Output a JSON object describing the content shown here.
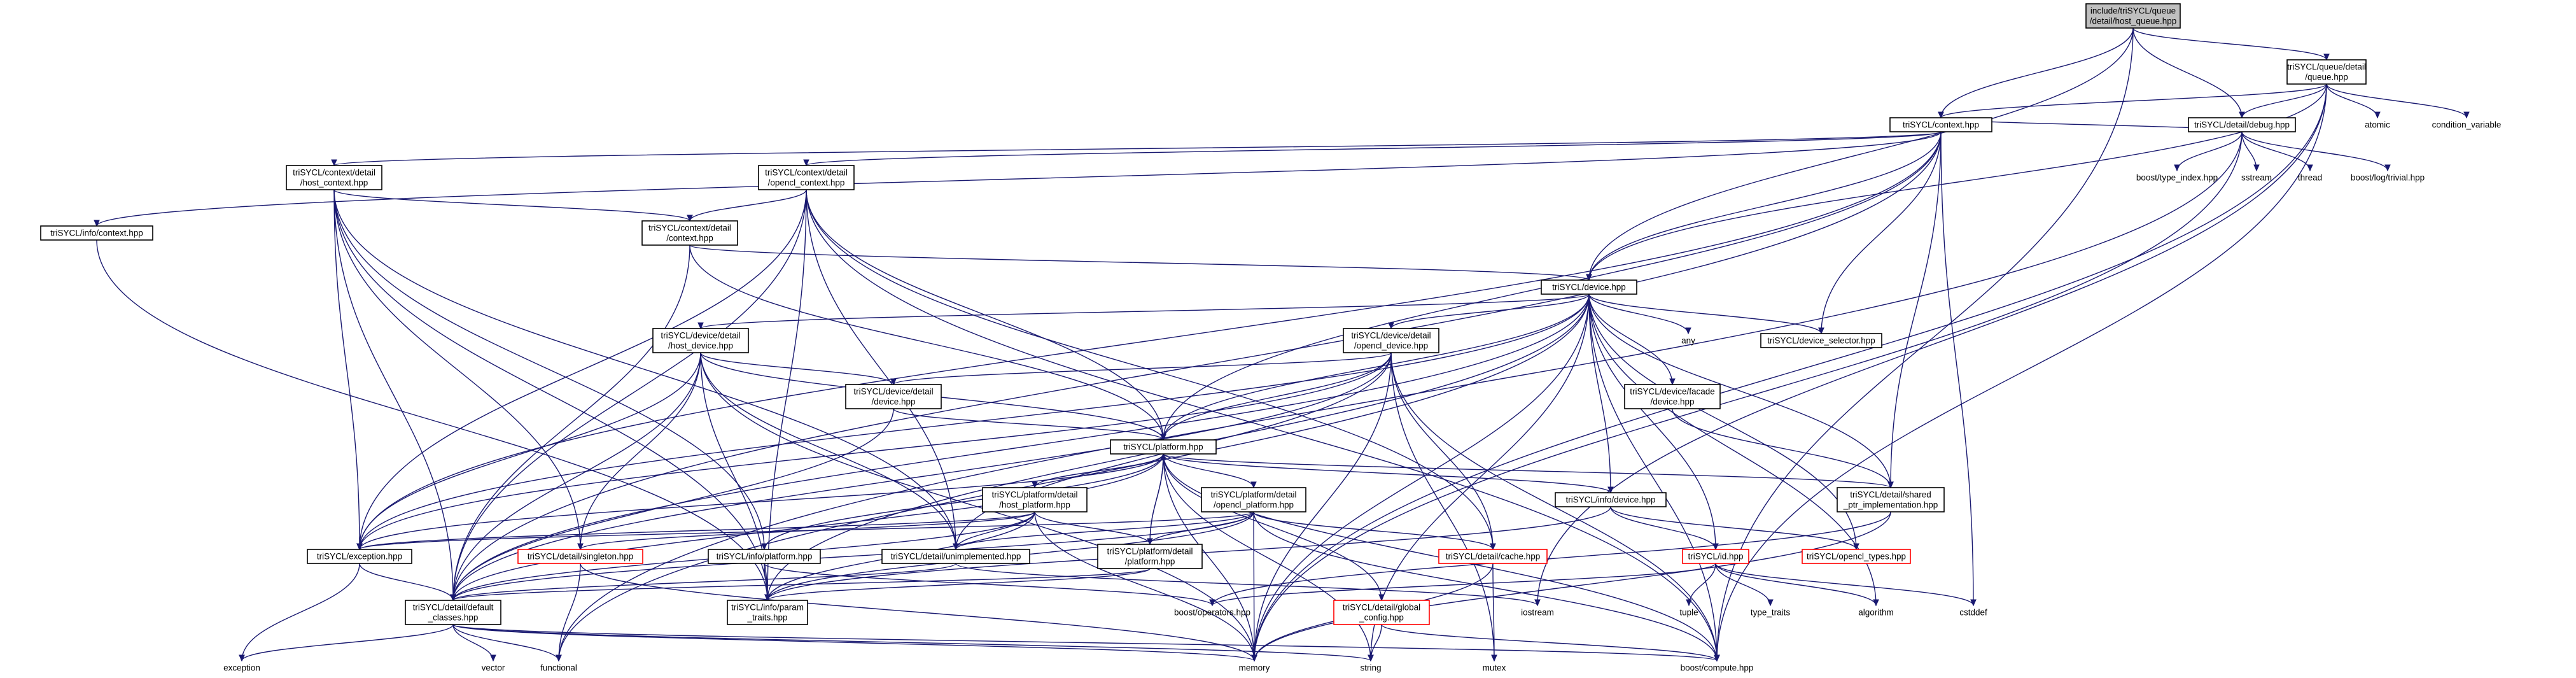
{
  "diagram": {
    "nodes": [
      {
        "id": "root",
        "lines": [
          "include/triSYCL/queue",
          "/detail/host_queue.hpp"
        ],
        "style": "root"
      },
      {
        "id": "queue_detail",
        "lines": [
          "triSYCL/queue/detail",
          "/queue.hpp"
        ],
        "style": "box"
      },
      {
        "id": "context",
        "lines": [
          "triSYCL/context.hpp"
        ],
        "style": "box"
      },
      {
        "id": "debug",
        "lines": [
          "triSYCL/detail/debug.hpp"
        ],
        "style": "box"
      },
      {
        "id": "atomic",
        "lines": [
          "atomic"
        ],
        "style": "plain"
      },
      {
        "id": "condition_variable",
        "lines": [
          "condition_variable"
        ],
        "style": "plain"
      },
      {
        "id": "host_context",
        "lines": [
          "triSYCL/context/detail",
          "/host_context.hpp"
        ],
        "style": "box"
      },
      {
        "id": "opencl_context",
        "lines": [
          "triSYCL/context/detail",
          "/opencl_context.hpp"
        ],
        "style": "box"
      },
      {
        "id": "info_context",
        "lines": [
          "triSYCL/info/context.hpp"
        ],
        "style": "box"
      },
      {
        "id": "boost_type_index",
        "lines": [
          "boost/type_index.hpp"
        ],
        "style": "plain"
      },
      {
        "id": "sstream",
        "lines": [
          "sstream"
        ],
        "style": "plain"
      },
      {
        "id": "thread",
        "lines": [
          "thread"
        ],
        "style": "plain"
      },
      {
        "id": "boost_log",
        "lines": [
          "boost/log/trivial.hpp"
        ],
        "style": "plain"
      },
      {
        "id": "context_detail",
        "lines": [
          "triSYCL/context/detail",
          "/context.hpp"
        ],
        "style": "box"
      },
      {
        "id": "device",
        "lines": [
          "triSYCL/device.hpp"
        ],
        "style": "box"
      },
      {
        "id": "host_device",
        "lines": [
          "triSYCL/device/detail",
          "/host_device.hpp"
        ],
        "style": "box"
      },
      {
        "id": "opencl_device",
        "lines": [
          "triSYCL/device/detail",
          "/opencl_device.hpp"
        ],
        "style": "box"
      },
      {
        "id": "any",
        "lines": [
          "any"
        ],
        "style": "plain"
      },
      {
        "id": "device_selector",
        "lines": [
          "triSYCL/device_selector.hpp"
        ],
        "style": "box"
      },
      {
        "id": "device_detail",
        "lines": [
          "triSYCL/device/detail",
          "/device.hpp"
        ],
        "style": "box"
      },
      {
        "id": "facade_device",
        "lines": [
          "triSYCL/device/facade",
          "/device.hpp"
        ],
        "style": "box"
      },
      {
        "id": "platform",
        "lines": [
          "triSYCL/platform.hpp"
        ],
        "style": "box"
      },
      {
        "id": "host_platform",
        "lines": [
          "triSYCL/platform/detail",
          "/host_platform.hpp"
        ],
        "style": "box"
      },
      {
        "id": "opencl_platform",
        "lines": [
          "triSYCL/platform/detail",
          "/opencl_platform.hpp"
        ],
        "style": "box"
      },
      {
        "id": "info_device",
        "lines": [
          "triSYCL/info/device.hpp"
        ],
        "style": "box"
      },
      {
        "id": "shared_impl",
        "lines": [
          "triSYCL/detail/shared",
          "_ptr_implementation.hpp"
        ],
        "style": "box"
      },
      {
        "id": "exception",
        "lines": [
          "triSYCL/exception.hpp"
        ],
        "style": "box"
      },
      {
        "id": "singleton",
        "lines": [
          "triSYCL/detail/singleton.hpp"
        ],
        "style": "red"
      },
      {
        "id": "info_platform",
        "lines": [
          "triSYCL/info/platform.hpp"
        ],
        "style": "box"
      },
      {
        "id": "unimplemented",
        "lines": [
          "triSYCL/detail/unimplemented.hpp"
        ],
        "style": "box"
      },
      {
        "id": "platform_detail",
        "lines": [
          "triSYCL/platform/detail",
          "/platform.hpp"
        ],
        "style": "box"
      },
      {
        "id": "cache",
        "lines": [
          "triSYCL/detail/cache.hpp"
        ],
        "style": "red"
      },
      {
        "id": "id",
        "lines": [
          "triSYCL/id.hpp"
        ],
        "style": "red"
      },
      {
        "id": "opencl_types",
        "lines": [
          "triSYCL/opencl_types.hpp"
        ],
        "style": "red"
      },
      {
        "id": "default_classes",
        "lines": [
          "triSYCL/detail/default",
          "_classes.hpp"
        ],
        "style": "box"
      },
      {
        "id": "param_traits",
        "lines": [
          "triSYCL/info/param",
          "_traits.hpp"
        ],
        "style": "box"
      },
      {
        "id": "boost_operators",
        "lines": [
          "boost/operators.hpp"
        ],
        "style": "plain"
      },
      {
        "id": "global_config",
        "lines": [
          "triSYCL/detail/global",
          "_config.hpp"
        ],
        "style": "red"
      },
      {
        "id": "iostream",
        "lines": [
          "iostream"
        ],
        "style": "plain"
      },
      {
        "id": "tuple",
        "lines": [
          "tuple"
        ],
        "style": "plain"
      },
      {
        "id": "type_traits",
        "lines": [
          "type_traits"
        ],
        "style": "plain"
      },
      {
        "id": "algorithm",
        "lines": [
          "algorithm"
        ],
        "style": "plain"
      },
      {
        "id": "cstddef",
        "lines": [
          "cstddef"
        ],
        "style": "plain"
      },
      {
        "id": "exception_std",
        "lines": [
          "exception"
        ],
        "style": "plain"
      },
      {
        "id": "vector",
        "lines": [
          "vector"
        ],
        "style": "plain"
      },
      {
        "id": "functional",
        "lines": [
          "functional"
        ],
        "style": "plain"
      },
      {
        "id": "memory",
        "lines": [
          "memory"
        ],
        "style": "plain"
      },
      {
        "id": "string",
        "lines": [
          "string"
        ],
        "style": "plain"
      },
      {
        "id": "mutex",
        "lines": [
          "mutex"
        ],
        "style": "plain"
      },
      {
        "id": "boost_compute",
        "lines": [
          "boost/compute.hpp"
        ],
        "style": "plain"
      }
    ],
    "edges": [
      [
        "root",
        "queue_detail"
      ],
      [
        "root",
        "context"
      ],
      [
        "root",
        "debug"
      ],
      [
        "root",
        "device"
      ],
      [
        "root",
        "boost_compute"
      ],
      [
        "queue_detail",
        "context"
      ],
      [
        "queue_detail",
        "debug"
      ],
      [
        "queue_detail",
        "atomic"
      ],
      [
        "queue_detail",
        "condition_variable"
      ],
      [
        "queue_detail",
        "device"
      ],
      [
        "queue_detail",
        "boost_compute"
      ],
      [
        "queue_detail",
        "iostream"
      ],
      [
        "queue_detail",
        "memory"
      ],
      [
        "context",
        "host_context"
      ],
      [
        "context",
        "opencl_context"
      ],
      [
        "context",
        "info_context"
      ],
      [
        "context",
        "device"
      ],
      [
        "context",
        "device_selector"
      ],
      [
        "context",
        "platform"
      ],
      [
        "context",
        "shared_impl"
      ],
      [
        "context",
        "exception"
      ],
      [
        "context",
        "cstddef"
      ],
      [
        "context",
        "default_classes"
      ],
      [
        "context",
        "debug"
      ],
      [
        "debug",
        "boost_type_index"
      ],
      [
        "debug",
        "sstream"
      ],
      [
        "debug",
        "thread"
      ],
      [
        "debug",
        "boost_log"
      ],
      [
        "debug",
        "memory"
      ],
      [
        "debug",
        "functional"
      ],
      [
        "host_context",
        "context_detail"
      ],
      [
        "host_context",
        "exception"
      ],
      [
        "host_context",
        "singleton"
      ],
      [
        "host_context",
        "default_classes"
      ],
      [
        "host_context",
        "param_traits"
      ],
      [
        "host_context",
        "unimplemented"
      ],
      [
        "host_context",
        "info_platform"
      ],
      [
        "opencl_context",
        "context_detail"
      ],
      [
        "opencl_context",
        "platform"
      ],
      [
        "opencl_context",
        "cache"
      ],
      [
        "opencl_context",
        "unimplemented"
      ],
      [
        "opencl_context",
        "exception"
      ],
      [
        "opencl_context",
        "default_classes"
      ],
      [
        "opencl_context",
        "boost_compute"
      ],
      [
        "opencl_context",
        "param_traits"
      ],
      [
        "info_context",
        "param_traits"
      ],
      [
        "context_detail",
        "device"
      ],
      [
        "context_detail",
        "platform"
      ],
      [
        "context_detail",
        "default_classes"
      ],
      [
        "device",
        "host_device"
      ],
      [
        "device",
        "opencl_device"
      ],
      [
        "device",
        "any"
      ],
      [
        "device",
        "device_selector"
      ],
      [
        "device",
        "facade_device"
      ],
      [
        "device",
        "platform"
      ],
      [
        "device",
        "info_device"
      ],
      [
        "device",
        "shared_impl"
      ],
      [
        "device",
        "id"
      ],
      [
        "device",
        "opencl_types"
      ],
      [
        "device",
        "exception"
      ],
      [
        "device",
        "default_classes"
      ],
      [
        "device",
        "param_traits"
      ],
      [
        "device",
        "algorithm"
      ],
      [
        "device",
        "memory"
      ],
      [
        "device",
        "string"
      ],
      [
        "device",
        "boost_compute"
      ],
      [
        "device",
        "functional"
      ],
      [
        "host_device",
        "device_detail"
      ],
      [
        "host_device",
        "platform"
      ],
      [
        "host_device",
        "exception"
      ],
      [
        "host_device",
        "singleton"
      ],
      [
        "host_device",
        "unimplemented"
      ],
      [
        "host_device",
        "default_classes"
      ],
      [
        "host_device",
        "param_traits"
      ],
      [
        "host_device",
        "memory"
      ],
      [
        "opencl_device",
        "device_detail"
      ],
      [
        "opencl_device",
        "platform"
      ],
      [
        "opencl_device",
        "cache"
      ],
      [
        "opencl_device",
        "exception"
      ],
      [
        "opencl_device",
        "unimplemented"
      ],
      [
        "opencl_device",
        "default_classes"
      ],
      [
        "opencl_device",
        "boost_compute"
      ],
      [
        "opencl_device",
        "memory"
      ],
      [
        "opencl_device",
        "mutex"
      ],
      [
        "device_detail",
        "platform"
      ],
      [
        "device_detail",
        "default_classes"
      ],
      [
        "facade_device",
        "shared_impl"
      ],
      [
        "platform",
        "host_platform"
      ],
      [
        "platform",
        "opencl_platform"
      ],
      [
        "platform",
        "info_platform"
      ],
      [
        "platform",
        "info_device"
      ],
      [
        "platform",
        "shared_impl"
      ],
      [
        "platform",
        "exception"
      ],
      [
        "platform",
        "global_config"
      ],
      [
        "platform",
        "default_classes"
      ],
      [
        "platform",
        "platform_detail"
      ],
      [
        "platform",
        "boost_compute"
      ],
      [
        "platform",
        "memory"
      ],
      [
        "platform",
        "string"
      ],
      [
        "host_platform",
        "platform_detail"
      ],
      [
        "host_platform",
        "exception"
      ],
      [
        "host_platform",
        "singleton"
      ],
      [
        "host_platform",
        "unimplemented"
      ],
      [
        "host_platform",
        "default_classes"
      ],
      [
        "host_platform",
        "param_traits"
      ],
      [
        "host_platform",
        "memory"
      ],
      [
        "opencl_platform",
        "platform_detail"
      ],
      [
        "opencl_platform",
        "cache"
      ],
      [
        "opencl_platform",
        "exception"
      ],
      [
        "opencl_platform",
        "unimplemented"
      ],
      [
        "opencl_platform",
        "default_classes"
      ],
      [
        "opencl_platform",
        "boost_compute"
      ],
      [
        "opencl_platform",
        "memory"
      ],
      [
        "opencl_platform",
        "param_traits"
      ],
      [
        "info_device",
        "id"
      ],
      [
        "info_device",
        "opencl_types"
      ],
      [
        "info_device",
        "param_traits"
      ],
      [
        "shared_impl",
        "boost_operators"
      ],
      [
        "shared_impl",
        "memory"
      ],
      [
        "exception",
        "exception_std"
      ],
      [
        "exception",
        "default_classes"
      ],
      [
        "singleton",
        "functional"
      ],
      [
        "singleton",
        "memory"
      ],
      [
        "info_platform",
        "param_traits"
      ],
      [
        "info_platform",
        "boost_operators"
      ],
      [
        "unimplemented",
        "default_classes"
      ],
      [
        "unimplemented",
        "iostream"
      ],
      [
        "platform_detail",
        "platform"
      ],
      [
        "platform_detail",
        "default_classes"
      ],
      [
        "platform_detail",
        "param_traits"
      ],
      [
        "cache",
        "mutex"
      ],
      [
        "cache",
        "memory"
      ],
      [
        "id",
        "tuple"
      ],
      [
        "id",
        "type_traits"
      ],
      [
        "id",
        "algorithm"
      ],
      [
        "id",
        "cstddef"
      ],
      [
        "id",
        "boost_operators"
      ],
      [
        "default_classes",
        "exception_std"
      ],
      [
        "default_classes",
        "vector"
      ],
      [
        "default_classes",
        "functional"
      ],
      [
        "default_classes",
        "memory"
      ],
      [
        "default_classes",
        "string"
      ],
      [
        "default_classes",
        "boost_compute"
      ],
      [
        "global_config",
        "string"
      ],
      [
        "global_config",
        "boost_compute"
      ]
    ]
  }
}
